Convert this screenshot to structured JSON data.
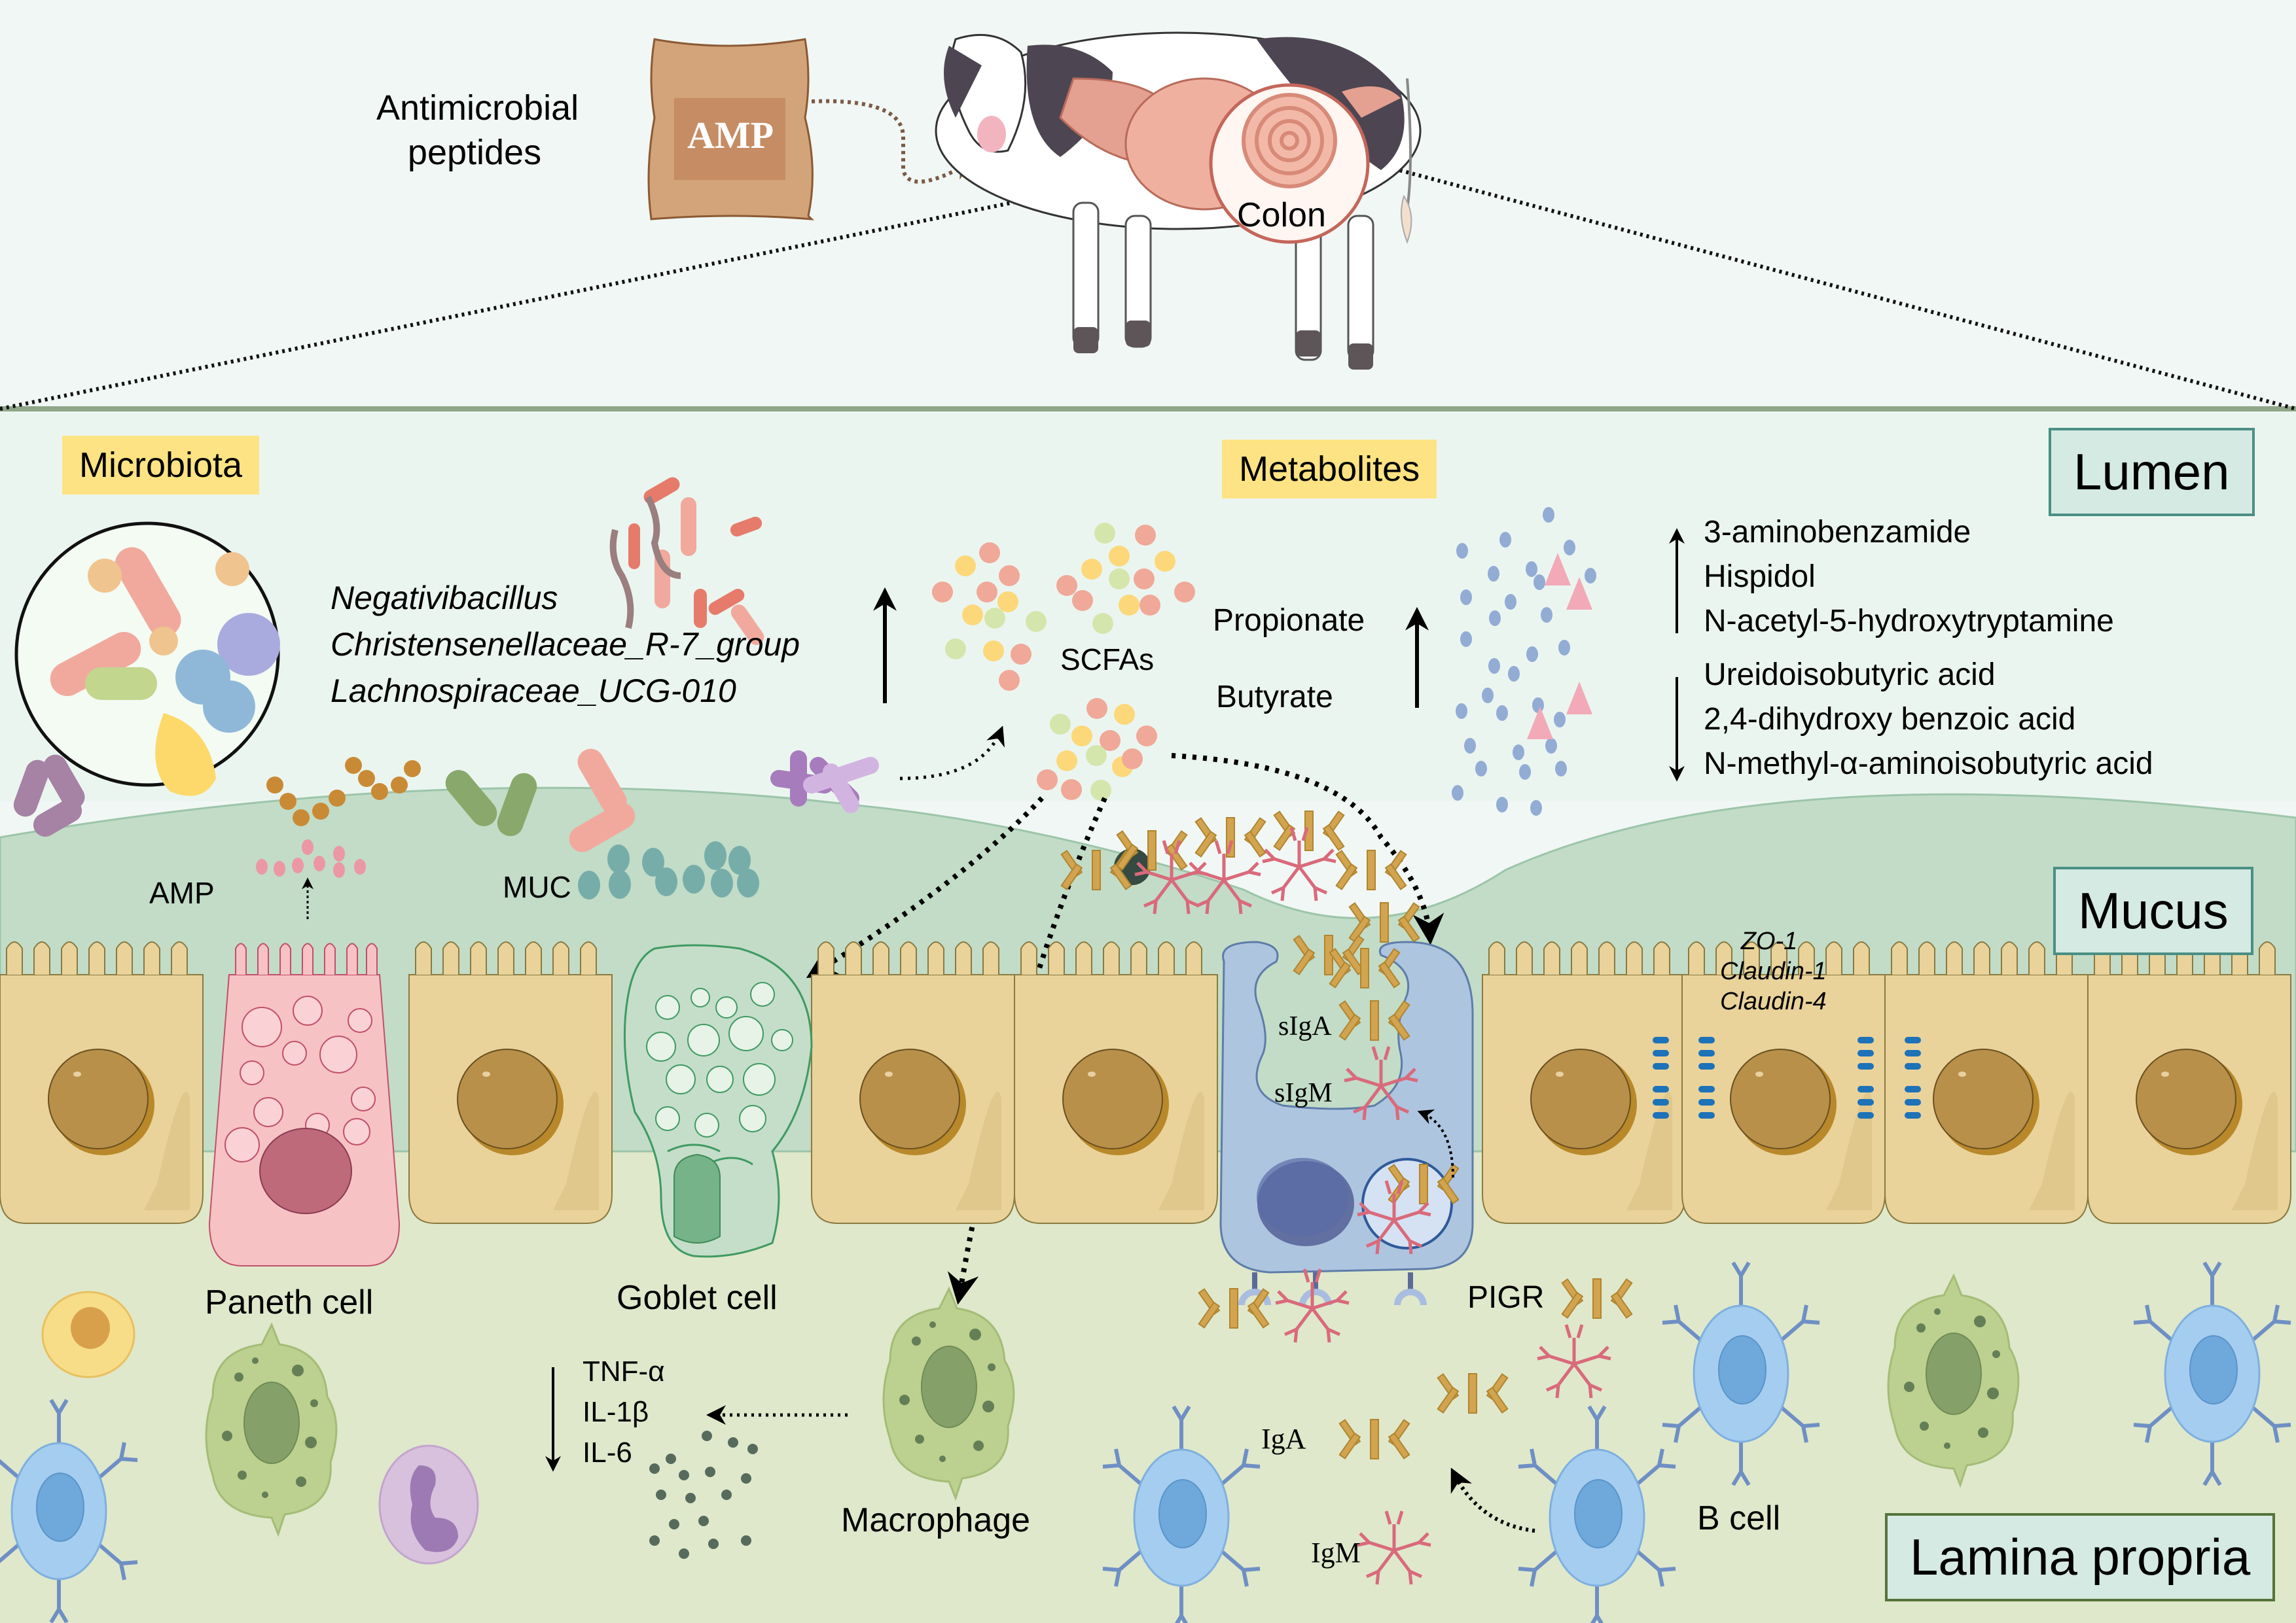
{
  "title": "Antimicrobial peptides effects on cow colon microbiota, metabolites and mucosal immunity",
  "top": {
    "supplement_label_line1": "Antimicrobial",
    "supplement_label_line2": "peptides",
    "bag_text": "AMP",
    "organ_label": "Colon"
  },
  "regions": {
    "lumen": "Lumen",
    "mucus": "Mucus",
    "lamina_propria": "Lamina propria"
  },
  "microbiota": {
    "heading": "Microbiota",
    "taxa": [
      "Negativibacillus",
      "Christensenellaceae_R-7_group",
      "Lachnospiraceae_UCG-010"
    ],
    "direction": "up"
  },
  "metabolites": {
    "heading": "Metabolites",
    "scfa_label": "SCFAs",
    "scfa_items": [
      "Propionate",
      "Butyrate"
    ],
    "scfa_direction": "up",
    "increased": [
      "3-aminobenzamide",
      "Hispidol",
      "N-acetyl-5-hydroxytryptamine"
    ],
    "decreased": [
      "Ureidoisobutyric acid",
      "2,4-dihydroxy benzoic acid",
      "N-methyl-α-aminoisobutyric acid"
    ]
  },
  "mucus_layer": {
    "amp_label": "AMP",
    "muc_label": "MUC"
  },
  "epithelium": {
    "paneth_label": "Paneth cell",
    "goblet_label": "Goblet cell",
    "siga_label": "sIgA",
    "sigm_label": "sIgM",
    "pigr_label": "PIGR",
    "tight_junctions": [
      "ZO-1",
      "Claudin-1",
      "Claudin-4"
    ]
  },
  "lamina": {
    "cytokines": [
      "TNF-α",
      "IL-1β",
      "IL-6"
    ],
    "cytokine_direction": "down",
    "macrophage_label": "Macrophage",
    "iga_label": "IgA",
    "igm_label": "IgM",
    "bcell_label": "B cell"
  },
  "colors": {
    "lumen_bg": "#ebf5f0",
    "top_bg": "#f1f7f4",
    "mucus": "#c2dcc7",
    "lamina_bg": "#dfe8cb",
    "enterocyte": "#e9d39a",
    "nucleus": "#b78f49",
    "paneth": "#f7c2c4",
    "goblet": "#c5dec9",
    "m_cell": "#aec5e0",
    "tag_yellow": "#fde383",
    "region_box": "#d5eae2"
  }
}
